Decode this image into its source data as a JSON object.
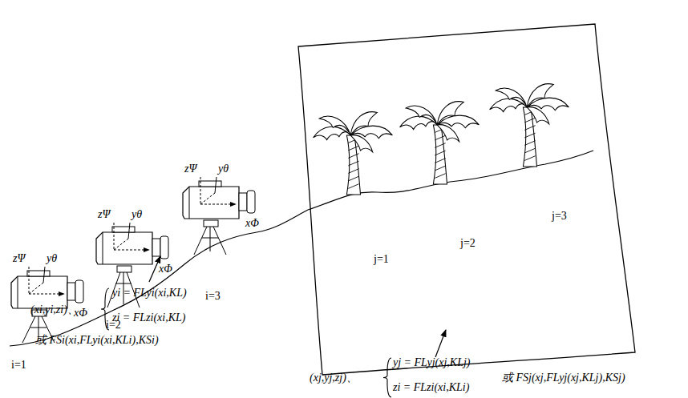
{
  "diagram": {
    "labels": [
      "zΨ",
      "yθ",
      "xΦ",
      "zΨ",
      "yθ",
      "xΦ",
      "zΨ",
      "yθ",
      "xΦ",
      "i=1",
      "i=2",
      "i=3",
      "j=1",
      "j=2",
      "j=3",
      "(xi,yi,zi)、",
      "yi = FLyi(xi,KL)",
      "zi = FLzi(xi,KL)",
      "或 FSi(xi,FLyi(xi,KLi),KSi)",
      "(xj,yj,zj)、",
      "yj = FLyj(xj,KLj)",
      "zi = FLzi(xi,KLi)",
      "或 FSj(xj,FLyj(xj,KLj),KSj)"
    ]
  }
}
